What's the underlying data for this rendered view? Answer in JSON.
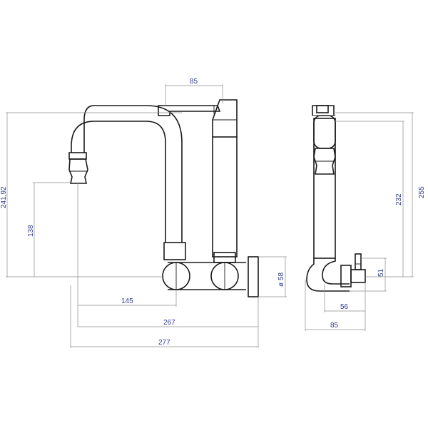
{
  "dimension_color": "#2f3a8f",
  "front_view": {
    "handle_width": "85",
    "total_height": "241,92",
    "spout_height": "138",
    "spout_offset": "145",
    "body_length": "267",
    "total_length": "277",
    "flange_diameter": "ø 58"
  },
  "side_view": {
    "total_height": "255",
    "body_height": "232",
    "pipe_height": "51",
    "body_depth": "56",
    "total_depth": "85"
  }
}
